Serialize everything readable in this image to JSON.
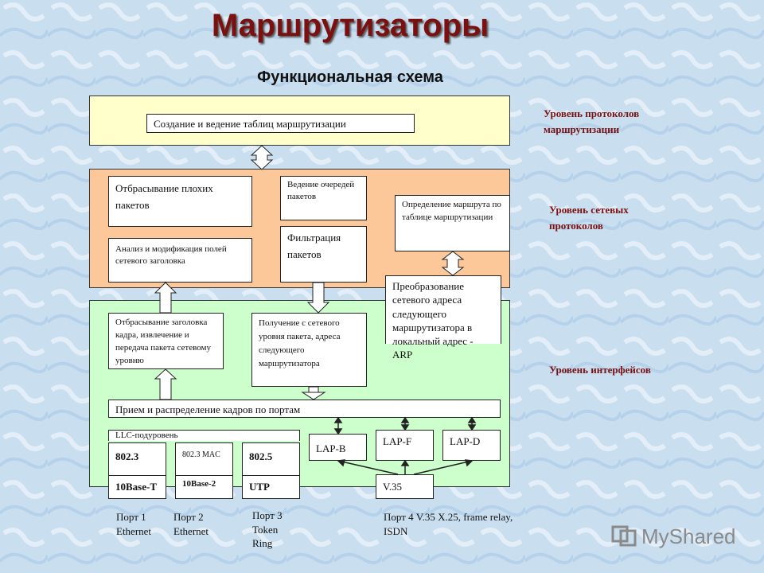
{
  "title": "Маршрутизаторы",
  "subtitle": "Функциональная схема",
  "levels": {
    "routing": "Уровень протоколов маршрутизации",
    "network": "Уровень сетевых протоколов",
    "interfaces": "Уровень интерфейсов"
  },
  "boxes": {
    "routing_table": "Создание и ведение таблиц маршрутизации",
    "discard_bad": "Отбрасывание плохих пакетов",
    "queues": "Ведение очередей пакетов",
    "route_lookup": "Определение маршрута по таблице маршрутизации",
    "header_analysis": "Анализ и модификация полей сетевого заголовка",
    "filtering": "Фильтрация пакетов",
    "arp": "Преобразование сетевого адреса следующего маршрутизатора в локальный адрес - ARP",
    "frame_strip": "Отбрасывание заголовка кадра, извлечение и передача пакета сетевому уровню",
    "receive_packet": "Получение с сетевого уровня пакета, адреса следующего маршрутизатора",
    "frame_dist": "Прием и распределение кадров по портам",
    "llc": "LLC-подуровень",
    "p8023": "802.3",
    "p10baset": "10Base-T",
    "p8023mac": "802.3 MAC",
    "p10base2": "10Base-2",
    "p8025": "802.5",
    "utp": "UTP",
    "lapb": "LAP-B",
    "lapf": "LAP-F",
    "lapd": "LAP-D",
    "v35": "V.35"
  },
  "ports": {
    "p1": "Порт 1 Ethernet",
    "p2": "Порт 2 Ethernet",
    "p3": "Порт 3 Token Ring",
    "p4": "Порт 4 V.35 X.25, frame relay, ISDN"
  },
  "watermark": "MyShared",
  "colors": {
    "routing_layer": "#ffffcc",
    "network_layer": "#fcc89a",
    "interface_layer": "#ccffcc",
    "title": "#7a1010",
    "side_labels": "#7a1010"
  }
}
